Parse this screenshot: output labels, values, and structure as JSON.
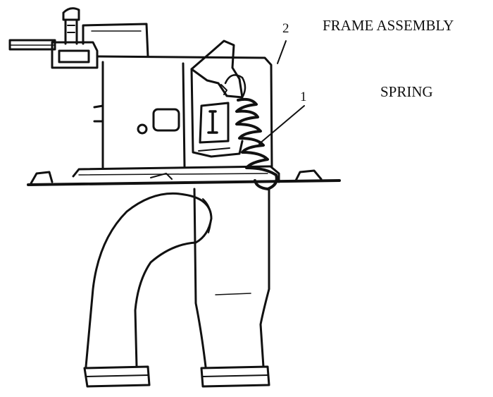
{
  "callouts": [
    {
      "number": "2",
      "name": "FRAME ASSEMBLY"
    },
    {
      "number": "1",
      "name": "SPRING"
    }
  ],
  "colors": {
    "ink": "#111111",
    "paper": "#ffffff"
  }
}
